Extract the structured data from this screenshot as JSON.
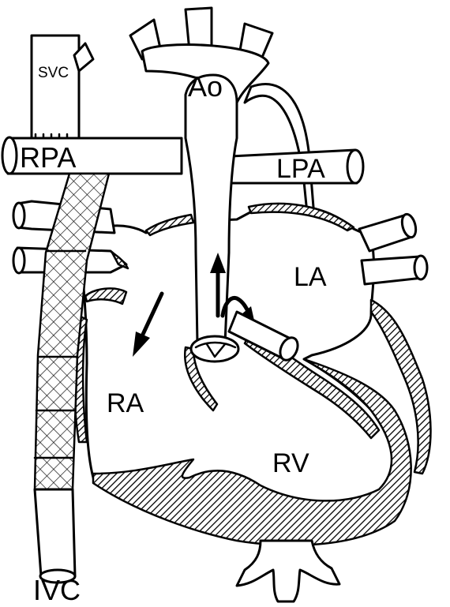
{
  "labels": {
    "svc": "SVC",
    "ao": "Ao",
    "rpa": "RPA",
    "lpa": "LPA",
    "la": "LA",
    "ra": "RA",
    "rv": "RV",
    "ivc": "IVC"
  }
}
